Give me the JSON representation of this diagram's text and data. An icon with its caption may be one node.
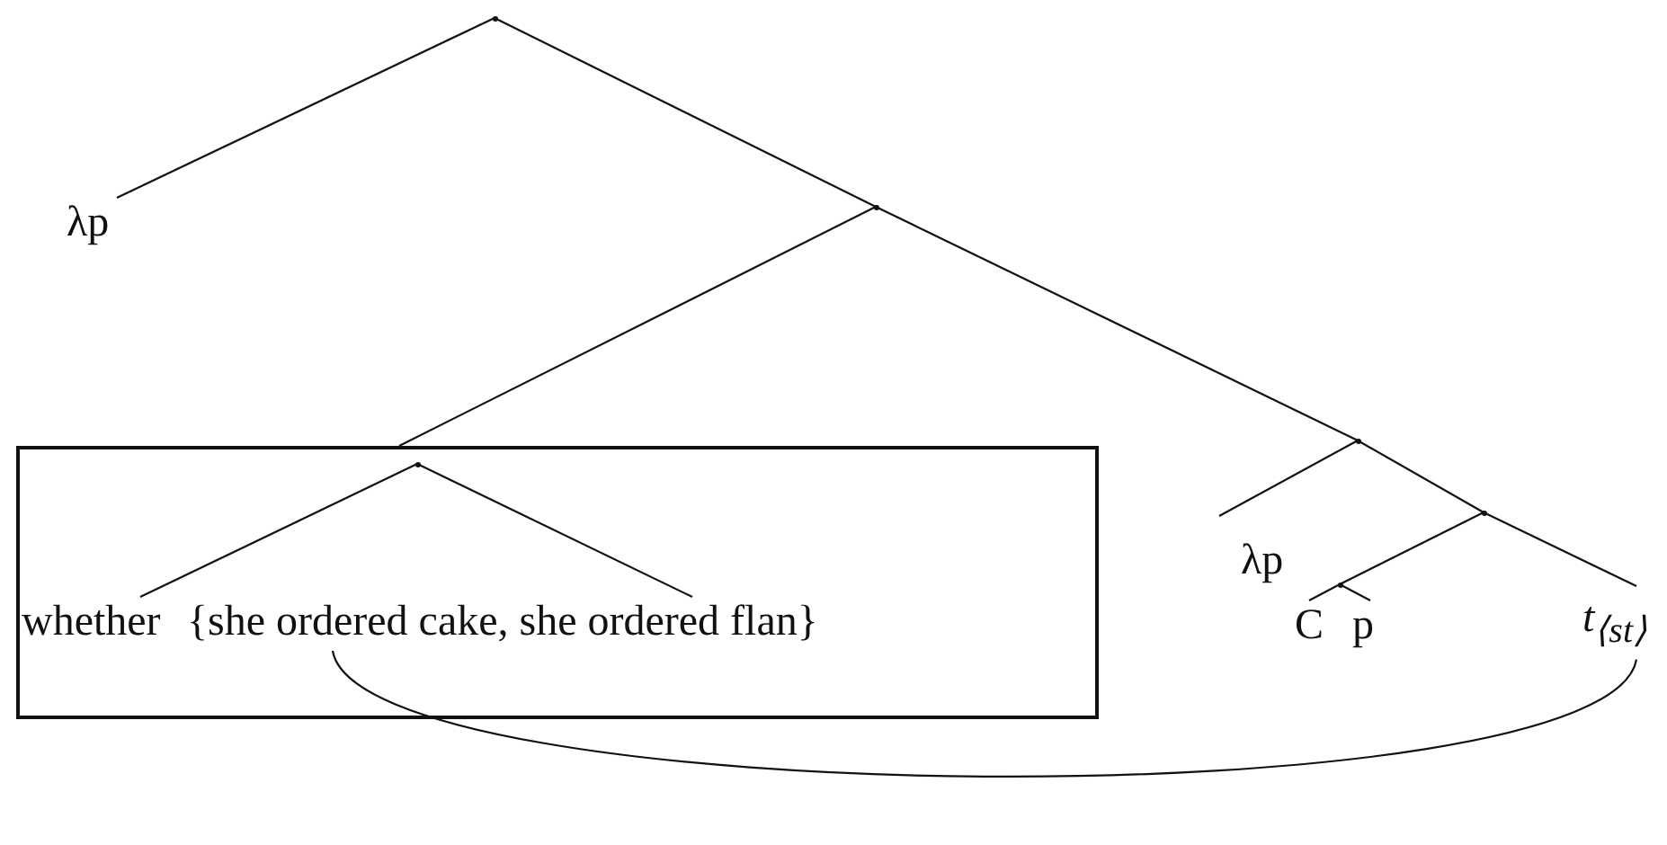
{
  "diagram": {
    "nodes": [
      {
        "text": [],
        "shape": "point"
      },
      {
        "text": [
          "λp"
        ]
      },
      {
        "text": [],
        "shape": "point"
      },
      {
        "text": [],
        "shape": "box"
      },
      {
        "text": [],
        "shape": "point",
        "in": 3
      },
      {
        "text": [
          "whether"
        ],
        "in": 3
      },
      {
        "text": [
          "{she ordered cake, she ordered flan}"
        ],
        "in": 3
      },
      {
        "text": [],
        "shape": "point"
      },
      {
        "text": [
          "λp"
        ]
      },
      {
        "text": [],
        "shape": "point"
      },
      {
        "text": [],
        "shape": "point"
      },
      {
        "text": [
          "C"
        ]
      },
      {
        "text": [
          "p"
        ]
      },
      {
        "text": [
          "t$_{⟨st⟩}$"
        ]
      }
    ],
    "edges": [
      {
        "from": 0,
        "to": 1,
        "arrow": "none"
      },
      {
        "from": 0,
        "to": 2,
        "arrow": "none"
      },
      {
        "from": 2,
        "to": 3,
        "arrow": "none"
      },
      {
        "from": 4,
        "to": 5,
        "arrow": "none"
      },
      {
        "from": 4,
        "to": 6,
        "arrow": "none"
      },
      {
        "from": 2,
        "to": 7,
        "arrow": "none"
      },
      {
        "from": 7,
        "to": 8,
        "arrow": "none"
      },
      {
        "from": 7,
        "to": 9,
        "arrow": "none"
      },
      {
        "from": 9,
        "to": 10,
        "arrow": "none"
      },
      {
        "from": 10,
        "to": 11,
        "arrow": "none"
      },
      {
        "from": 10,
        "to": 12,
        "arrow": "none"
      },
      {
        "from": 9,
        "to": 13,
        "arrow": "none"
      },
      {
        "from": 6,
        "to": 13,
        "arrow": "none"
      }
    ]
  }
}
